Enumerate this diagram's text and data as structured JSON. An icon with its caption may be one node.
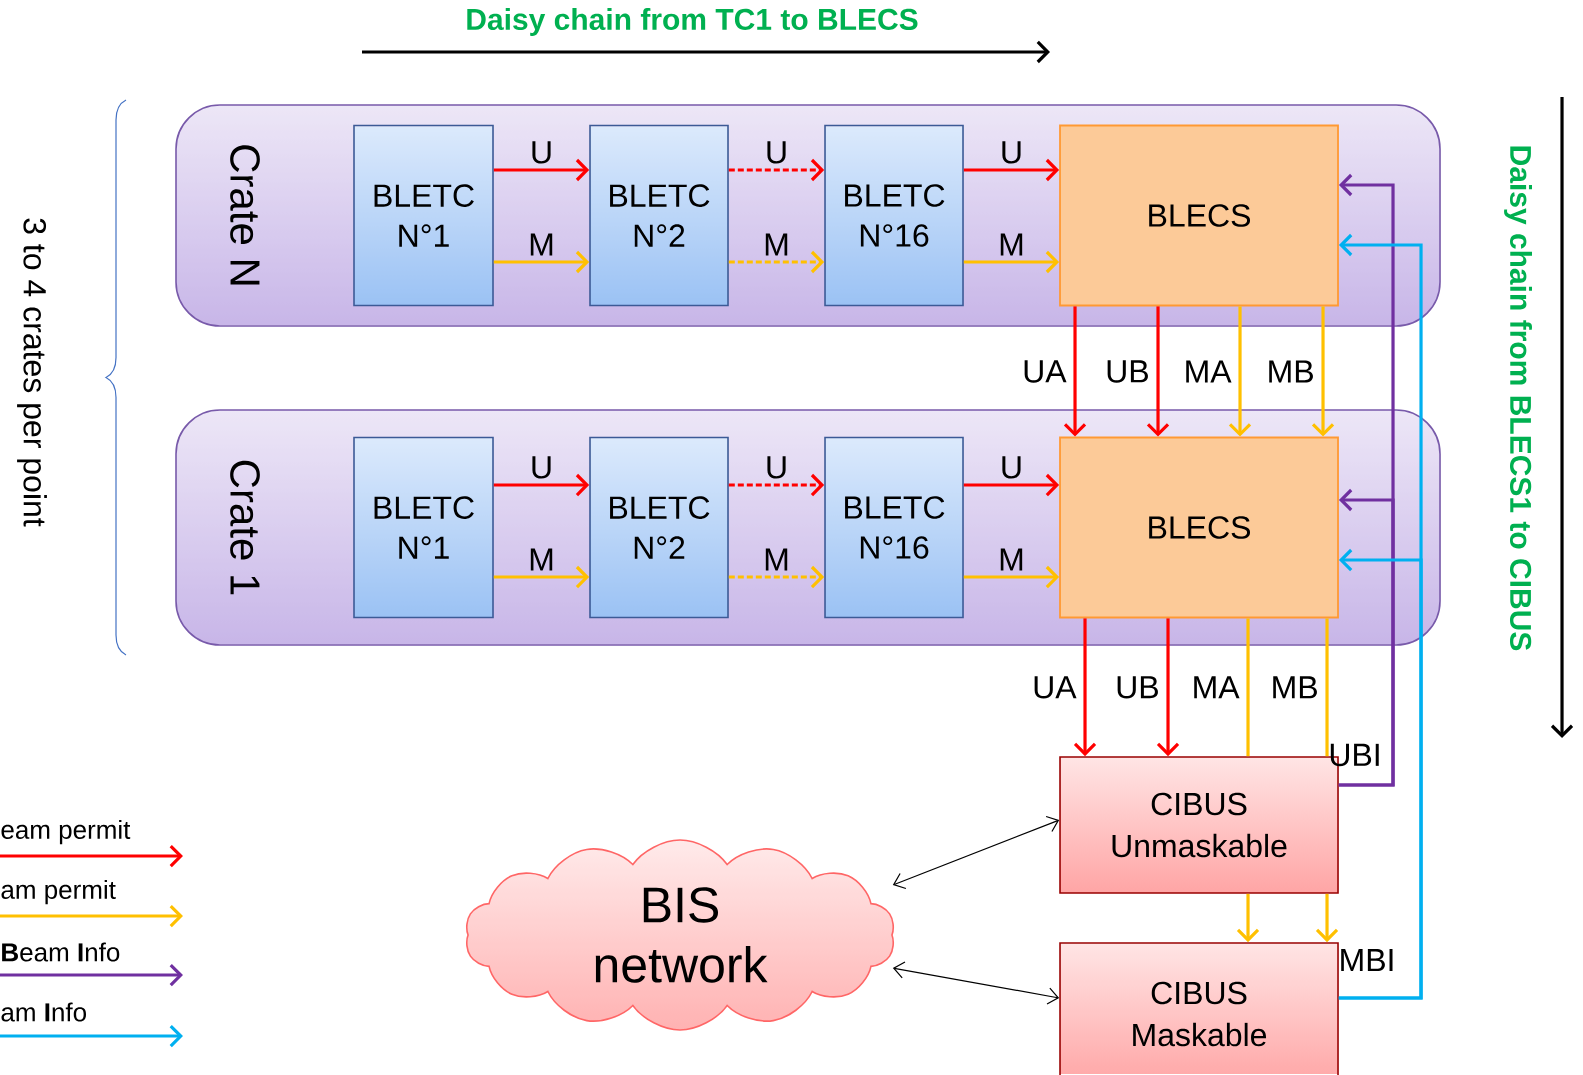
{
  "diagram": {
    "nodes": [
      {
        "text": [
          "Crate N"
        ]
      },
      {
        "text": [
          "BLETC N°1"
        ],
        "in": 0
      },
      {
        "text": [
          "BLETC N°2"
        ],
        "in": 0
      },
      {
        "text": [
          "BLETC N°16"
        ],
        "in": 0
      },
      {
        "text": [
          "BLECS"
        ],
        "in": 0
      },
      {
        "text": [
          "Crate 1"
        ]
      },
      {
        "text": [
          "BLETC N°1"
        ],
        "in": 5
      },
      {
        "text": [
          "BLETC N°2"
        ],
        "in": 5
      },
      {
        "text": [
          "BLETC N°16"
        ],
        "in": 5
      },
      {
        "text": [
          "BLECS"
        ],
        "in": 5
      },
      {
        "text": [
          "CIBUS Unmaskable"
        ]
      },
      {
        "text": [
          "CIBUS Maskable"
        ]
      },
      {
        "text": [
          "BIS network"
        ]
      }
    ],
    "edges": [
      {
        "from": 1,
        "to": 2,
        "arrow": "to",
        "label": "U",
        "color": "#ff0000"
      },
      {
        "from": 1,
        "to": 2,
        "arrow": "to",
        "label": "M",
        "color": "#ffc000"
      },
      {
        "from": 2,
        "to": 3,
        "arrow": "to",
        "label": "U",
        "color": "#ff0000",
        "style": "dashed"
      },
      {
        "from": 2,
        "to": 3,
        "arrow": "to",
        "label": "M",
        "color": "#ffc000",
        "style": "dashed"
      },
      {
        "from": 3,
        "to": 4,
        "arrow": "to",
        "label": "U",
        "color": "#ff0000"
      },
      {
        "from": 3,
        "to": 4,
        "arrow": "to",
        "label": "M",
        "color": "#ffc000"
      },
      {
        "from": 6,
        "to": 7,
        "arrow": "to",
        "label": "U",
        "color": "#ff0000"
      },
      {
        "from": 6,
        "to": 7,
        "arrow": "to",
        "label": "M",
        "color": "#ffc000"
      },
      {
        "from": 7,
        "to": 8,
        "arrow": "to",
        "label": "U",
        "color": "#ff0000",
        "style": "dashed"
      },
      {
        "from": 7,
        "to": 8,
        "arrow": "to",
        "label": "M",
        "color": "#ffc000",
        "style": "dashed"
      },
      {
        "from": 8,
        "to": 9,
        "arrow": "to",
        "label": "U",
        "color": "#ff0000"
      },
      {
        "from": 8,
        "to": 9,
        "arrow": "to",
        "label": "M",
        "color": "#ffc000"
      },
      {
        "from": 4,
        "to": 9,
        "arrow": "to",
        "label": "UA",
        "color": "#ff0000"
      },
      {
        "from": 4,
        "to": 9,
        "arrow": "to",
        "label": "UB",
        "color": "#ff0000"
      },
      {
        "from": 4,
        "to": 9,
        "arrow": "to",
        "label": "MA",
        "color": "#ffc000"
      },
      {
        "from": 4,
        "to": 9,
        "arrow": "to",
        "label": "MB",
        "color": "#ffc000"
      },
      {
        "from": 9,
        "to": 10,
        "arrow": "to",
        "label": "UA",
        "color": "#ff0000"
      },
      {
        "from": 9,
        "to": 10,
        "arrow": "to",
        "label": "UB",
        "color": "#ff0000"
      },
      {
        "from": 9,
        "to": 10,
        "arrow": "none",
        "label": "MA",
        "color": "#ffc000"
      },
      {
        "from": 9,
        "to": 10,
        "arrow": "none",
        "label": "MB",
        "color": "#ffc000"
      },
      {
        "from": 10,
        "to": 11,
        "arrow": "to",
        "color": "#ffc000"
      },
      {
        "from": 10,
        "to": 11,
        "arrow": "to",
        "color": "#ffc000"
      },
      {
        "from": 10,
        "to": 4,
        "arrow": "to",
        "label": "UBI",
        "color": "#7030a0"
      },
      {
        "from": 10,
        "to": 9,
        "arrow": "to",
        "color": "#7030a0"
      },
      {
        "from": 11,
        "to": 4,
        "arrow": "to",
        "label": "MBI",
        "color": "#00b0f0"
      },
      {
        "from": 11,
        "to": 9,
        "arrow": "to",
        "color": "#00b0f0"
      },
      {
        "from": 12,
        "to": 10,
        "arrow": "both",
        "color": "#000000"
      },
      {
        "from": 12,
        "to": 11,
        "arrow": "both",
        "color": "#000000"
      }
    ],
    "labels": [
      "Daisy chain from TC1 to BLECS",
      "Daisy chain from BLECS1  to CIBUS",
      "3 to 4 crates per point"
    ],
    "legend": [
      {
        "text": "eam permit",
        "color": "#ff0000"
      },
      {
        "text": "am permit",
        "color": "#ffc000"
      },
      {
        "text": "**B**eam **I**nfo",
        "color": "#7030a0"
      },
      {
        "text": "am **I**nfo",
        "color": "#00b0f0"
      }
    ]
  }
}
